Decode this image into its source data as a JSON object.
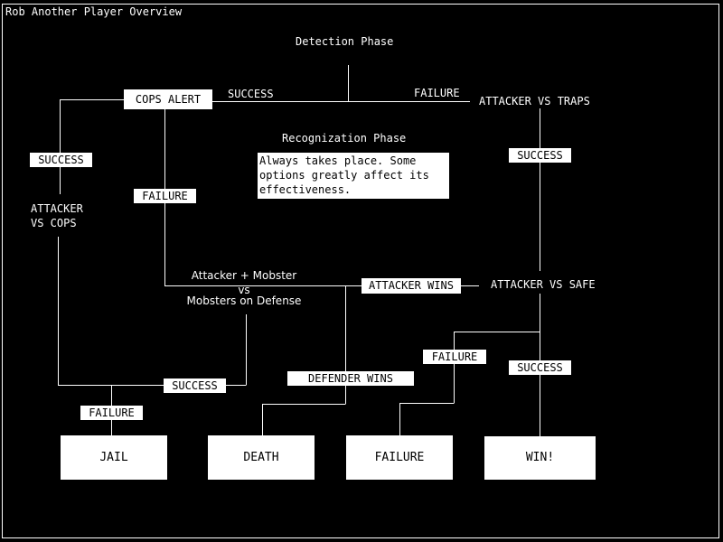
{
  "title": "Rob Another Player Overview",
  "phases": {
    "detection": "Detection Phase",
    "recognization": "Recognization Phase",
    "recognization_note": "Always takes place. Some options greatly affect its effectiveness."
  },
  "nodes": {
    "cops_alert": "COPS ALERT",
    "attacker_vs_traps": "ATTACKER VS TRAPS",
    "attacker_vs_cops_1": "ATTACKER",
    "attacker_vs_cops_2": "VS COPS",
    "battle_1": "Attacker + Mobster",
    "battle_2": "vs",
    "battle_3": "Mobsters on Defense",
    "attacker_vs_safe": "ATTACKER VS SAFE"
  },
  "labels": {
    "success_top": "SUCCESS",
    "failure_top": "FAILURE",
    "success_left": "SUCCESS",
    "failure_cops": "FAILURE",
    "success_traps": "SUCCESS",
    "attacker_wins": "ATTACKER WINS",
    "failure_safe": "FAILURE",
    "success_safe": "SUCCESS",
    "defender_wins": "DEFENDER WINS",
    "success_battle": "SUCCESS",
    "failure_jail": "FAILURE"
  },
  "outcomes": {
    "jail": "JAIL",
    "death": "DEATH",
    "failure": "FAILURE",
    "win": "WIN!"
  }
}
